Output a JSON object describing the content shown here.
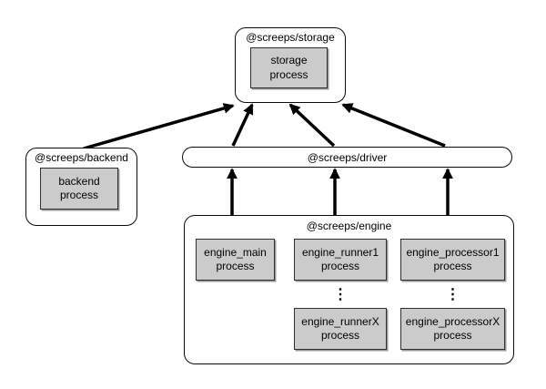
{
  "nodes": {
    "storage": {
      "title": "@screeps/storage",
      "process": "storage\nprocess"
    },
    "backend": {
      "title": "@screeps/backend",
      "process": "backend\nprocess"
    },
    "driver": {
      "title": "@screeps/driver"
    },
    "engine": {
      "title": "@screeps/engine",
      "main_process": "engine_main\nprocess",
      "runner1_process": "engine_runner1\nprocess",
      "runnerX_process": "engine_runnerX\nprocess",
      "processor1_process": "engine_processor1\nprocess",
      "processorX_process": "engine_processorX\nprocess",
      "ellipsis": "⋮"
    }
  },
  "connections": [
    {
      "from": "@screeps/backend",
      "to": "@screeps/storage"
    },
    {
      "from": "@screeps/driver (left)",
      "to": "@screeps/storage"
    },
    {
      "from": "@screeps/driver (middle)",
      "to": "@screeps/storage"
    },
    {
      "from": "@screeps/driver (right)",
      "to": "@screeps/storage"
    },
    {
      "from": "@screeps/engine (engine_main)",
      "to": "@screeps/driver"
    },
    {
      "from": "@screeps/engine (engine_runner)",
      "to": "@screeps/driver"
    },
    {
      "from": "@screeps/engine (engine_processor)",
      "to": "@screeps/driver"
    }
  ],
  "colors": {
    "background": "#ffffff",
    "process_fill": "#cbcbcb",
    "border": "#0a0a0a",
    "arrow": "#000000"
  }
}
